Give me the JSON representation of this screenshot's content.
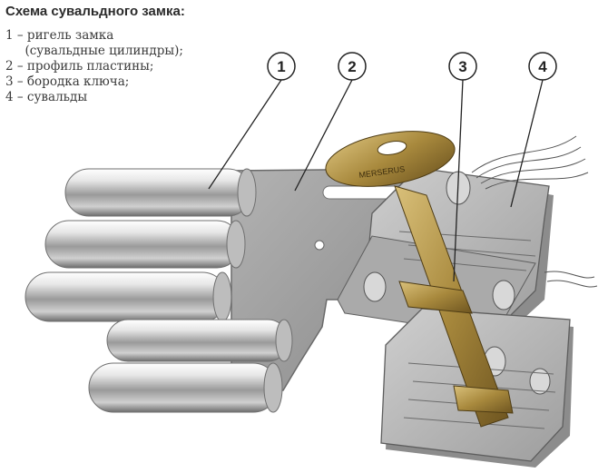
{
  "legend": {
    "title": "Схема сувальдного замка:",
    "items": [
      "1 – ригель замка",
      "     (сувальдные цилиндры);",
      "2 – профиль пластины;",
      "3 – бородка ключа;",
      "4 – сувальды"
    ]
  },
  "callouts": [
    "1",
    "2",
    "3",
    "4"
  ],
  "key_engraving": "MERSERUS",
  "colors": {
    "plate": "#9c9c9c",
    "lever": "#b9b9b9",
    "key_brass": "#a8893d",
    "cylinder": "#d8d8d8"
  }
}
